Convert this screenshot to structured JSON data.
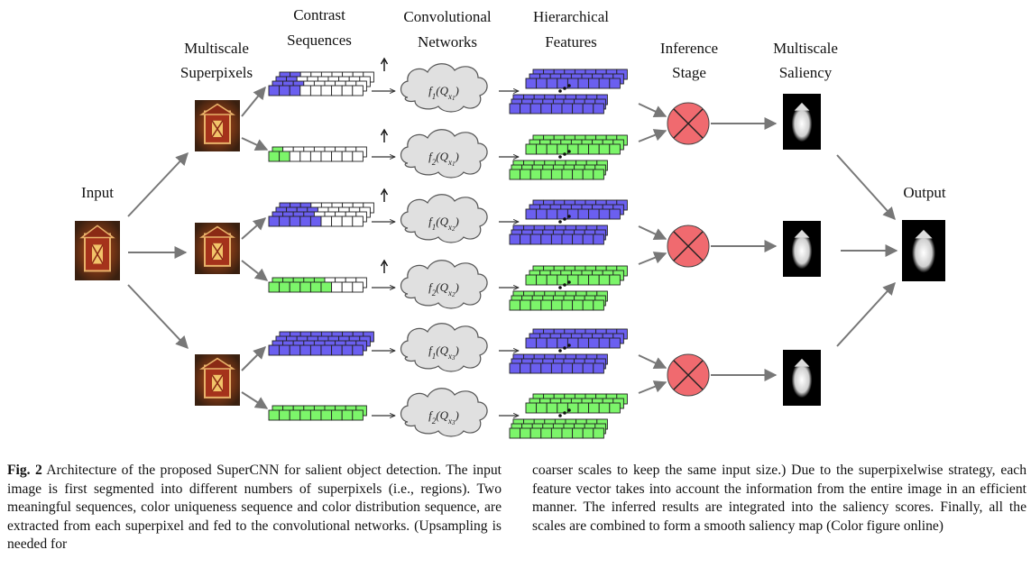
{
  "figure": {
    "labels": {
      "input": "Input",
      "superpixels": [
        "Multiscale",
        "Superpixels"
      ],
      "contrast": [
        "Contrast",
        "Sequences"
      ],
      "conv": [
        "Convolutional",
        "Networks"
      ],
      "hier": [
        "Hierarchical",
        "Features"
      ],
      "inference": [
        "Inference",
        "Stage"
      ],
      "saliency": [
        "Multiscale",
        "Saliency"
      ],
      "output": "Output"
    },
    "scales": [
      {
        "uniqueness_net": {
          "fn": "f",
          "sub": "1",
          "arg": "Q",
          "argsub": "x",
          "idx": "1"
        },
        "distribution_net": {
          "fn": "f",
          "sub": "2",
          "arg": "Q",
          "argsub": "x",
          "idx": "1"
        }
      },
      {
        "uniqueness_net": {
          "fn": "f",
          "sub": "1",
          "arg": "Q",
          "argsub": "x",
          "idx": "2"
        },
        "distribution_net": {
          "fn": "f",
          "sub": "2",
          "arg": "Q",
          "argsub": "x",
          "idx": "2"
        }
      },
      {
        "uniqueness_net": {
          "fn": "f",
          "sub": "1",
          "arg": "Q",
          "argsub": "x",
          "idx": "3"
        },
        "distribution_net": {
          "fn": "f",
          "sub": "2",
          "arg": "Q",
          "argsub": "x",
          "idx": "3"
        }
      }
    ],
    "colors": {
      "uniqueness": "#6b5ff0",
      "distribution": "#7cf56a",
      "inference": "#f06a6f",
      "cloud": "#e0e0e0"
    }
  },
  "caption": {
    "label": "Fig. 2",
    "left": "Architecture of the proposed SuperCNN for salient object detection. The input image is first segmented into different numbers of superpixels (i.e., regions). Two meaningful sequences, color uniqueness sequence and color distribution sequence, are extracted from each superpixel and fed to the convolutional networks. (Upsampling is needed for",
    "right": "coarser scales to keep the same input size.) Due to the superpixelwise strategy, each feature vector takes into account the information from the entire image in an efficient manner. The inferred results are integrated into the saliency scores. Finally, all the scales are combined to form a smooth saliency map (Color figure online)"
  }
}
